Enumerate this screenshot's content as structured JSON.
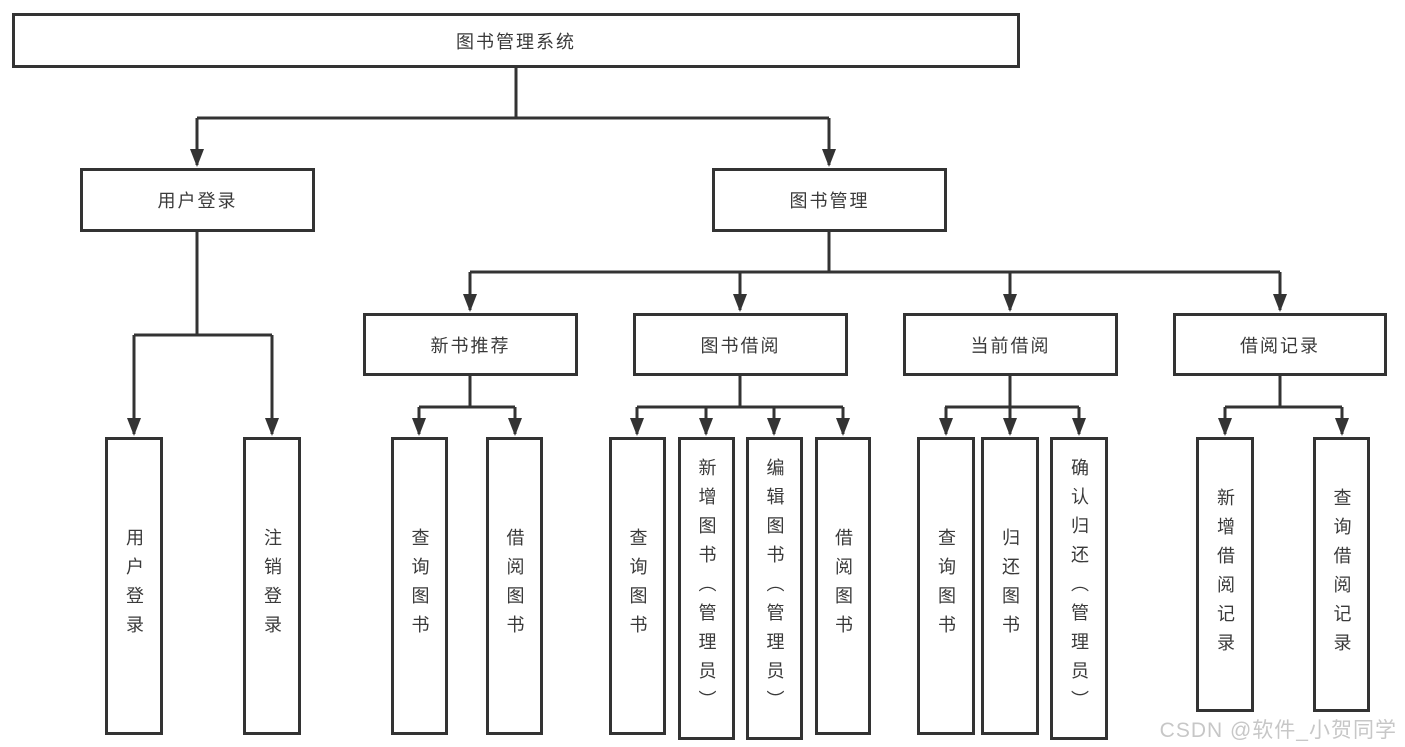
{
  "tree": {
    "label": "图书管理系统",
    "children": [
      {
        "label": "用户登录",
        "children": [
          {
            "label": "用户登录"
          },
          {
            "label": "注销登录"
          }
        ]
      },
      {
        "label": "图书管理",
        "children": [
          {
            "label": "新书推荐",
            "children": [
              {
                "label": "查询图书"
              },
              {
                "label": "借阅图书"
              }
            ]
          },
          {
            "label": "图书借阅",
            "children": [
              {
                "label": "查询图书"
              },
              {
                "label": "新增图书（管理员）"
              },
              {
                "label": "编辑图书（管理员）"
              },
              {
                "label": "借阅图书"
              }
            ]
          },
          {
            "label": "当前借阅",
            "children": [
              {
                "label": "查询图书"
              },
              {
                "label": "归还图书"
              },
              {
                "label": "确认归还（管理员）"
              }
            ]
          },
          {
            "label": "借阅记录",
            "children": [
              {
                "label": "新增借阅记录"
              },
              {
                "label": "查询借阅记录"
              }
            ]
          }
        ]
      }
    ]
  },
  "watermark": {
    "text": "CSDN @软件_小贺同学"
  },
  "colors": {
    "line": "#333333",
    "box_border": "#333333",
    "box_fill": "#ffffff",
    "text": "#3a3a3a",
    "watermark": "#c7c7c7",
    "background": "#ffffff"
  }
}
